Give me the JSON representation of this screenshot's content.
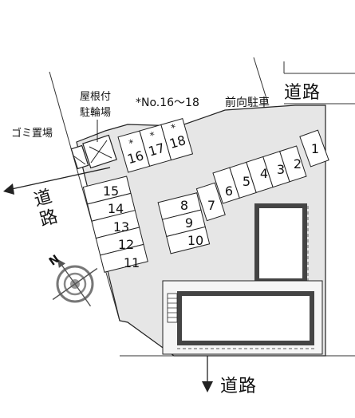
{
  "roads": {
    "top_right": "道路",
    "left": "道路",
    "bottom": "道路"
  },
  "facilities": {
    "garbage": "ゴミ置場",
    "bicycle_line1": "屋根付",
    "bicycle_line2": "駐輪場"
  },
  "notes": {
    "note_text": "*No.16〜18",
    "front_parking": "前向駐車"
  },
  "compass": {
    "north_label": "N"
  },
  "parking_spaces": {
    "row_top": [
      "16",
      "17",
      "18"
    ],
    "row_left": [
      "15",
      "14",
      "13",
      "12",
      "11"
    ],
    "row_middle": [
      "8",
      "9",
      "10"
    ],
    "space_7": "7",
    "row_right": [
      "6",
      "5",
      "4",
      "3",
      "2",
      "1"
    ],
    "star_mark": "*"
  },
  "colors": {
    "lot_fill": "#e6e6e6",
    "building_stroke": "#444444",
    "line": "#222222"
  }
}
